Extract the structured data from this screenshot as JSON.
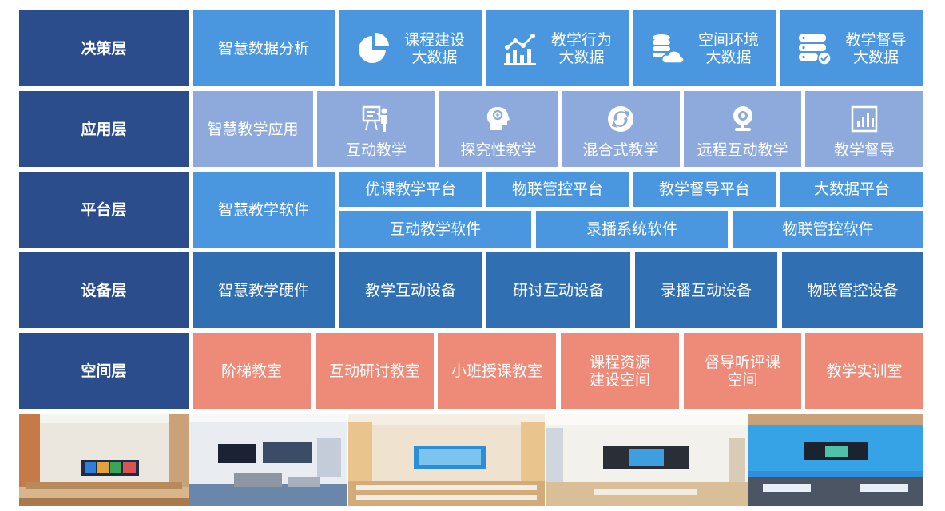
{
  "layers": [
    "决策层",
    "应用层",
    "平台层",
    "设备层",
    "空间层"
  ],
  "decision": {
    "main": "智慧数据分析",
    "items": [
      {
        "label": "课程建设\n大数据",
        "icon": "pie-chart-icon"
      },
      {
        "label": "教学行为\n大数据",
        "icon": "bar-line-chart-icon"
      },
      {
        "label": "空间环境\n大数据",
        "icon": "database-cloud-icon"
      },
      {
        "label": "教学督导\n大数据",
        "icon": "server-check-icon"
      }
    ]
  },
  "application": {
    "main": "智慧教学应用",
    "items": [
      {
        "label": "互动教学",
        "icon": "presenter-board-icon"
      },
      {
        "label": "探究性教学",
        "icon": "head-gear-icon"
      },
      {
        "label": "混合式教学",
        "icon": "refresh-cycle-icon"
      },
      {
        "label": "远程互动教学",
        "icon": "webcam-icon"
      },
      {
        "label": "教学督导",
        "icon": "bar-chart-icon"
      }
    ]
  },
  "platform": {
    "main": "智慧教学软件",
    "row1": [
      "优课教学平台",
      "物联管控平台",
      "教学督导平台",
      "大数据平台"
    ],
    "row2": [
      "互动教学软件",
      "录播系统软件",
      "物联管控软件"
    ]
  },
  "device": {
    "main": "智慧教学硬件",
    "items": [
      "教学互动设备",
      "研讨互动设备",
      "录播互动设备",
      "物联管控设备"
    ]
  },
  "space": {
    "items": [
      "阶梯教室",
      "互动研讨教室",
      "小班授课教室",
      "课程资源\n建设空间",
      "督导听评课\n空间",
      "教学实训室"
    ]
  },
  "colors": {
    "layer": "#2c4d8c",
    "decision": "#4a97e0",
    "application": "#8eaadc",
    "platform": "#4a97e0",
    "device": "#2f6fb2",
    "space": "#ee8a78"
  }
}
